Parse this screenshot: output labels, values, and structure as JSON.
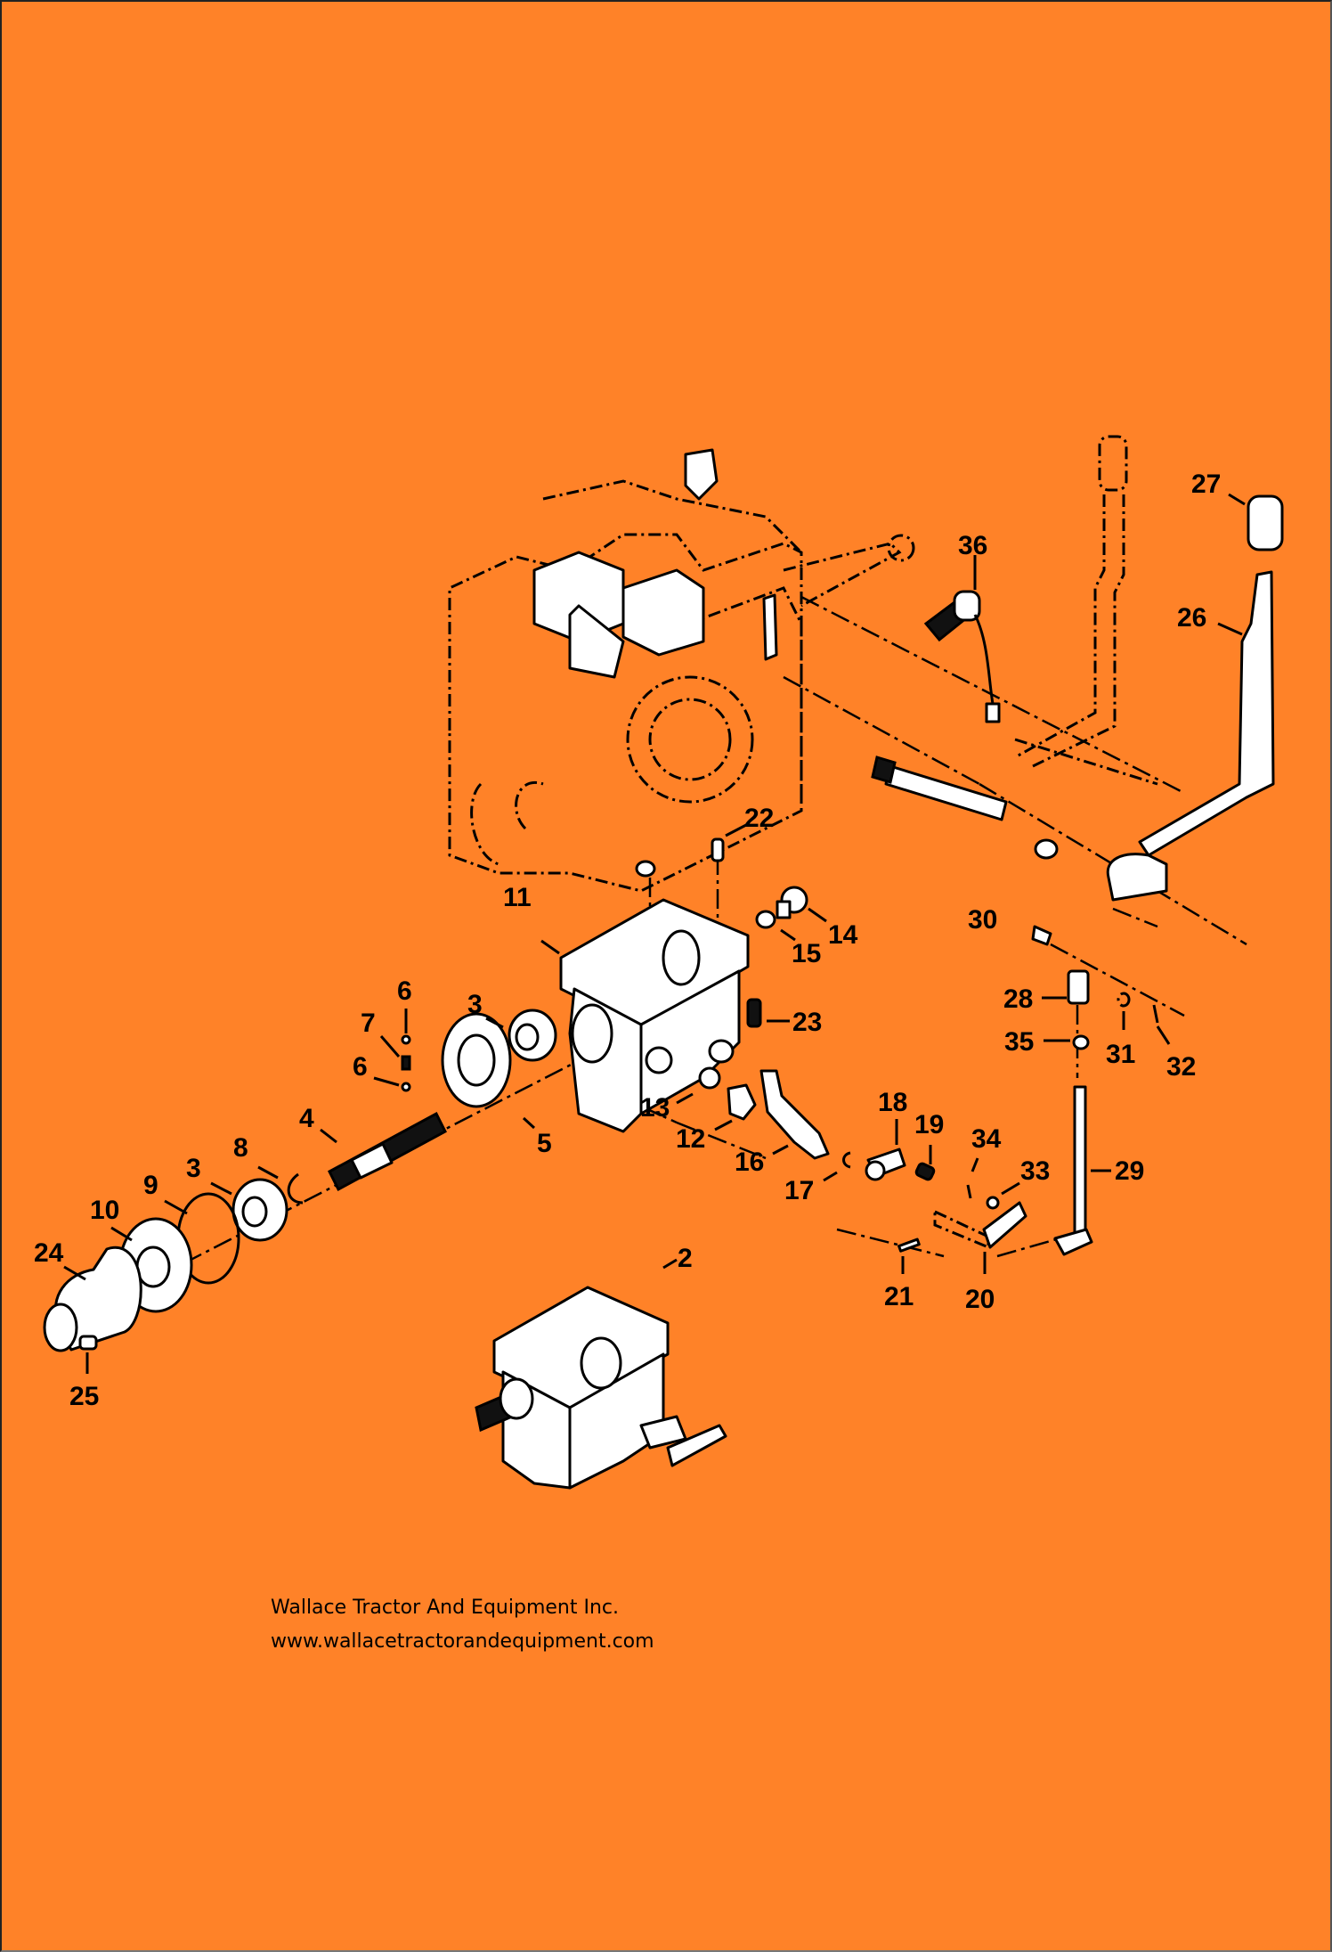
{
  "diagram": {
    "title": "PTO gearbox exploded parts diagram",
    "background_color": "#ff8228",
    "labels": {
      "p2": "2",
      "p3a": "3",
      "p3b": "3",
      "p4": "4",
      "p5": "5",
      "p6a": "6",
      "p6b": "6",
      "p7": "7",
      "p8": "8",
      "p9": "9",
      "p10": "10",
      "p11": "11",
      "p12": "12",
      "p13": "13",
      "p14": "14",
      "p15": "15",
      "p16": "16",
      "p17": "17",
      "p18": "18",
      "p19": "19",
      "p20": "20",
      "p21": "21",
      "p22": "22",
      "p23": "23",
      "p24": "24",
      "p25": "25",
      "p26": "26",
      "p27": "27",
      "p28": "28",
      "p29": "29",
      "p30": "30",
      "p31": "31",
      "p32": "32",
      "p33": "33",
      "p34": "34",
      "p35": "35",
      "p36": "36"
    }
  },
  "footer": {
    "company": "Wallace Tractor And Equipment Inc.",
    "url": "www.wallacetractorandequipment.com"
  }
}
